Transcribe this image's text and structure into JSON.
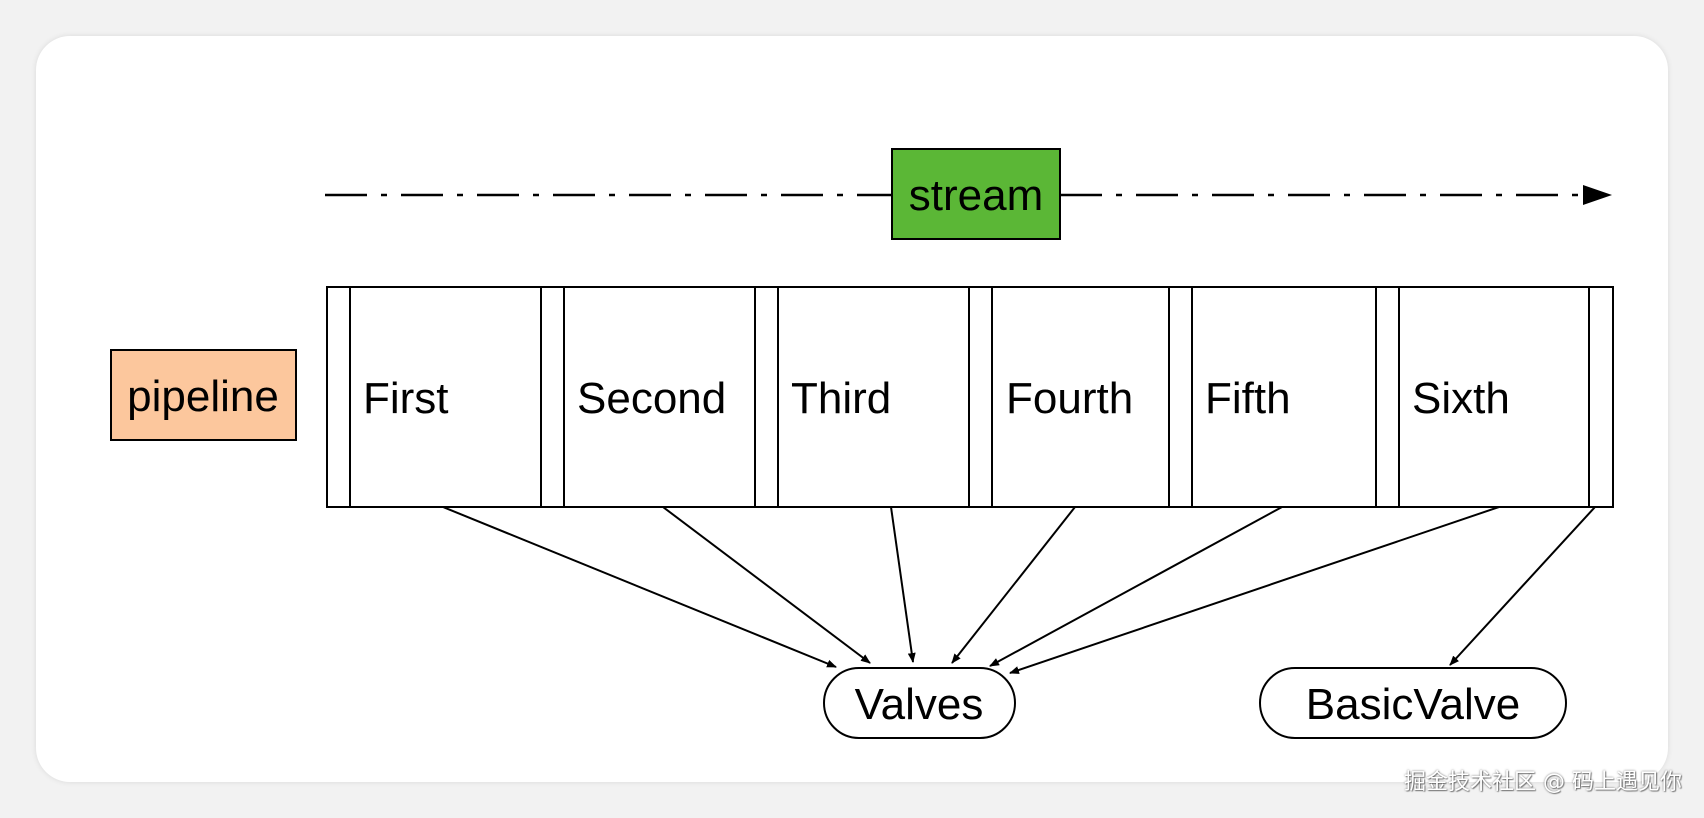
{
  "diagram": {
    "stream_label": "stream",
    "pipeline_label": "pipeline",
    "valves": [
      "First",
      "Second",
      "Third",
      "Fourth",
      "Fifth",
      "Sixth"
    ],
    "valves_node_label": "Valves",
    "basic_valve_label": "BasicValve"
  },
  "colors": {
    "stream_fill": "#5bb736",
    "pipeline_fill": "#fcc79d",
    "stroke": "#000000",
    "card": "#ffffff",
    "background": "#f2f2f2"
  },
  "watermark": {
    "text": "掘金技术社区 @ 码上遇见你"
  }
}
